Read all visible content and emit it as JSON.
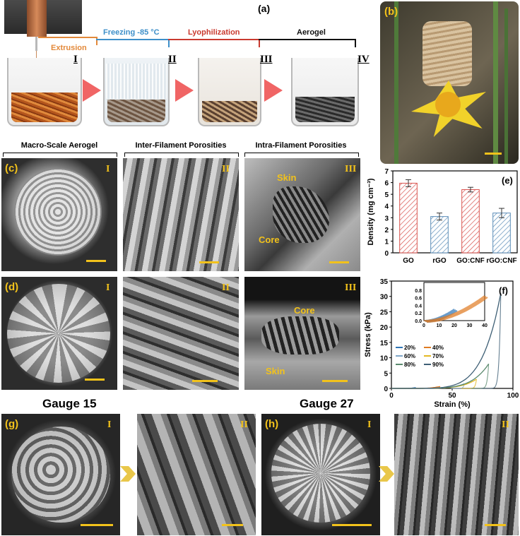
{
  "panel_a": {
    "label": "(a)",
    "stages": [
      {
        "name": "Extrusion",
        "color": "#e3893a",
        "numeral": "I"
      },
      {
        "name": "Freezing -85 °C",
        "color": "#3d8fc9",
        "numeral": "II"
      },
      {
        "name": "Lyophilization",
        "color": "#c93a2f",
        "numeral": "III"
      },
      {
        "name": "Aerogel",
        "color": "#111111",
        "numeral": "IV"
      }
    ]
  },
  "panel_b": {
    "label": "(b)"
  },
  "column_headers": [
    "Macro-Scale Aerogel",
    "Inter-Filament Porosities",
    "Intra-Filament Porosities"
  ],
  "panel_c": {
    "label": "(c)",
    "numerals": [
      "I",
      "II",
      "III"
    ],
    "skin_label": "Skin",
    "core_label": "Core"
  },
  "panel_d": {
    "label": "(d)",
    "numerals": [
      "I",
      "II",
      "III"
    ],
    "skin_label": "Skin",
    "core_label": "Core"
  },
  "panel_g": {
    "label": "(g)",
    "title": "Gauge 15",
    "numerals": [
      "I",
      "II"
    ]
  },
  "panel_h": {
    "label": "(h)",
    "title": "Gauge 27",
    "numerals": [
      "I",
      "II"
    ]
  },
  "chart_data": [
    {
      "panel": "(e)",
      "type": "bar",
      "categories": [
        "GO",
        "rGO",
        "GO:CNF",
        "rGO:CNF"
      ],
      "values": [
        5.95,
        3.1,
        5.4,
        3.4
      ],
      "errors": [
        0.3,
        0.3,
        0.2,
        0.4
      ],
      "colors": [
        "#d9534f",
        "#5b8db8",
        "#d9534f",
        "#5b8db8"
      ],
      "ylabel": "Density (mg cm⁻³)",
      "ylim": [
        0,
        7
      ],
      "yticks": [
        0,
        1,
        2,
        3,
        4,
        5,
        6,
        7
      ]
    },
    {
      "panel": "(f)",
      "type": "line",
      "xlabel": "Strain (%)",
      "ylabel": "Stress (kPa)",
      "xlim": [
        0,
        100
      ],
      "ylim": [
        0,
        35
      ],
      "xticks": [
        0,
        50,
        100
      ],
      "yticks": [
        0,
        5,
        10,
        15,
        20,
        25,
        30,
        35
      ],
      "series": [
        {
          "name": "20%",
          "color": "#2e75b6",
          "max_strain": 20,
          "max_stress": 0.3
        },
        {
          "name": "40%",
          "color": "#e07b22",
          "max_strain": 40,
          "max_stress": 0.65
        },
        {
          "name": "60%",
          "color": "#7fa7c9",
          "max_strain": 60,
          "max_stress": 1.5
        },
        {
          "name": "70%",
          "color": "#e3b823",
          "max_strain": 70,
          "max_stress": 3.0
        },
        {
          "name": "80%",
          "color": "#5a8a6e",
          "max_strain": 80,
          "max_stress": 8.0
        },
        {
          "name": "90%",
          "color": "#3e5f75",
          "max_strain": 90,
          "max_stress": 31.0
        }
      ],
      "inset": {
        "xlim": [
          0,
          40
        ],
        "ylim": [
          0,
          1.0
        ],
        "xticks": [
          0,
          10,
          20,
          30,
          40
        ],
        "yticks": [
          0.0,
          0.2,
          0.4,
          0.6,
          0.8
        ]
      }
    }
  ]
}
